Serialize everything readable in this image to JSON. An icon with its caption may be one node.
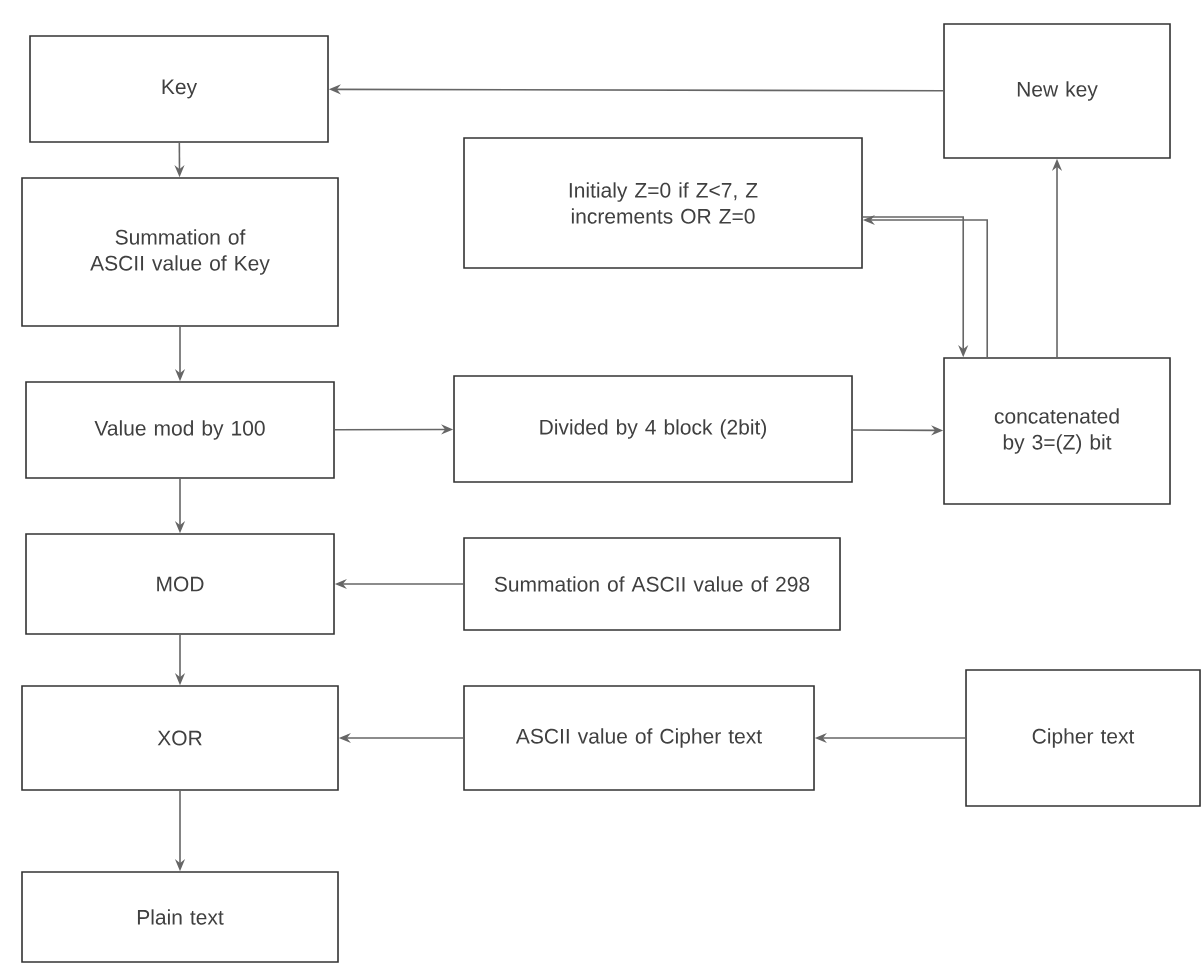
{
  "diagram": {
    "nodes": [
      {
        "text": [
          "Key"
        ]
      },
      {
        "text": [
          "New key"
        ]
      },
      {
        "text": [
          "Initialy Z=0 if Z<7, Z increments OR  Z=0"
        ]
      },
      {
        "text": [
          "Summation of ASCII value of Key"
        ]
      },
      {
        "text": [
          "Value mod by 100"
        ]
      },
      {
        "text": [
          "Divided by 4 block (2bit)"
        ]
      },
      {
        "text": [
          "concatenated by 3=(Z) bit"
        ]
      },
      {
        "text": [
          "MOD"
        ]
      },
      {
        "text": [
          "Summation of ASCII value of 298"
        ]
      },
      {
        "text": [
          "XOR"
        ]
      },
      {
        "text": [
          "ASCII value of Cipher text"
        ]
      },
      {
        "text": [
          "Cipher text"
        ]
      },
      {
        "text": [
          "Plain text"
        ]
      }
    ],
    "edges": [
      {
        "from": 1,
        "to": 0,
        "arrow": "to"
      },
      {
        "from": 0,
        "to": 3,
        "arrow": "to"
      },
      {
        "from": 3,
        "to": 4,
        "arrow": "to"
      },
      {
        "from": 4,
        "to": 5,
        "arrow": "to"
      },
      {
        "from": 5,
        "to": 6,
        "arrow": "to"
      },
      {
        "from": 6,
        "to": 2,
        "arrow": "to"
      },
      {
        "from": 2,
        "to": 6,
        "arrow": "to"
      },
      {
        "from": 6,
        "to": 1,
        "arrow": "to"
      },
      {
        "from": 4,
        "to": 7,
        "arrow": "to"
      },
      {
        "from": 8,
        "to": 7,
        "arrow": "to"
      },
      {
        "from": 7,
        "to": 9,
        "arrow": "to"
      },
      {
        "from": 10,
        "to": 9,
        "arrow": "to"
      },
      {
        "from": 11,
        "to": 10,
        "arrow": "to"
      },
      {
        "from": 9,
        "to": 12,
        "arrow": "to"
      }
    ]
  }
}
